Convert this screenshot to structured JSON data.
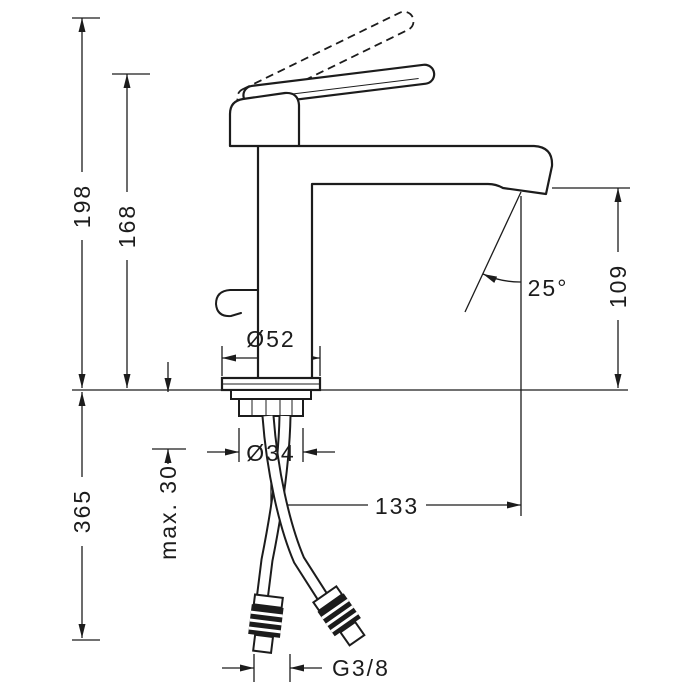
{
  "page": {
    "background": "#ffffff",
    "ink": "#1c1c1c"
  },
  "drawing": {
    "labels": {
      "overall_height": "198",
      "handle_height": "168",
      "below_deck_length": "365",
      "max_deck_thickness": "max. 30",
      "base_diameter": "Ø52",
      "mounting_hole_diameter": "Ø34",
      "spout_height": "109",
      "spray_angle": "25°",
      "spout_reach": "133",
      "connection_thread": "G3/8"
    }
  }
}
